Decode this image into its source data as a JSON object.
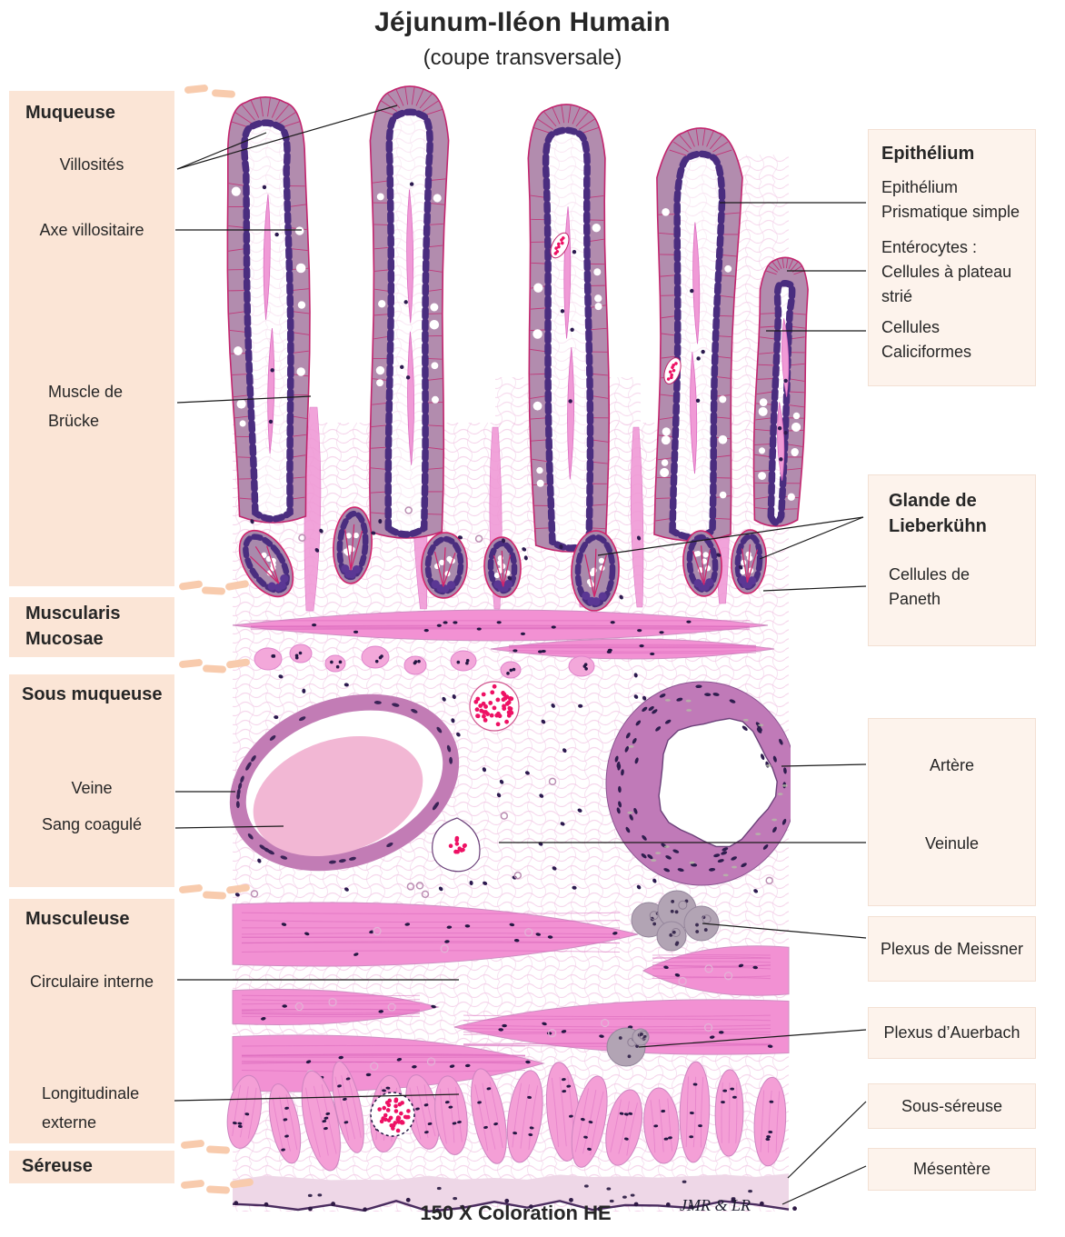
{
  "title": {
    "main": "Jéjunum-Iléon Humain",
    "subtitle": "(coupe transversale)"
  },
  "footer": {
    "magnification": "150 X Coloration HE",
    "signature": "JMR  & LR"
  },
  "left_panel": {
    "muqueuse": {
      "header": "Muqueuse",
      "villosites": "Villosités",
      "axe_villositaire": "Axe villositaire",
      "muscle_brucke": "Muscle de\nBrücke"
    },
    "muscularis": {
      "header": "Muscularis\nMucosae"
    },
    "sous_muqueuse": {
      "header": "Sous muqueuse",
      "veine": "Veine",
      "sang_coagule": "Sang coagulé"
    },
    "musculeuse": {
      "header": "Musculeuse",
      "circulaire": "Circulaire interne",
      "longitudinale": "Longitudinale\nexterne"
    },
    "sereuse": {
      "header": "Séreuse"
    }
  },
  "right_panel": {
    "epithelium": {
      "header": "Epithélium",
      "prismatique": "Epithélium\nPrismatique simple",
      "enterocytes": "Entérocytes :\nCellules à plateau\nstrié",
      "caliciformes": "Cellules\nCaliciformes"
    },
    "glande": {
      "header": "Glande de\nLieberkühn",
      "paneth": "Cellules de\nPaneth"
    },
    "vaisseaux": {
      "artere": "Artère",
      "veinule": "Veinule"
    },
    "meissner": "Plexus de Meissner",
    "auerbach": "Plexus d’Auerbach",
    "sous_sereuse": "Sous-séreuse",
    "mesentere": "Mésentère"
  },
  "palette": {
    "left_box_bg": "#fbe5d6",
    "tear_dash": "#f8cbad",
    "right_box_bg": "#fdf3ec",
    "epithelium": "#b28cae",
    "epithelium_outline": "#c2256e",
    "nuclei": "#4a2d7f",
    "core_dot": "#2c1a4f",
    "lace": "#f3cbe6",
    "lace2": "#ecbfdf",
    "spindle": "#f09ad6",
    "spindle_outline": "#db6cc0",
    "muscle_pink": "#f291d3",
    "muscle_streak": "#d863ba",
    "muscle_nucleus": "#241743",
    "vein_wall": "#c27cb5",
    "clot": "#f2b7d4",
    "rbc": "#ee1164",
    "artery_wall": "#c07ab8",
    "lumen_edge": "#6b4079",
    "plexus_gray": "#b2a4b4",
    "plexus_edge": "#95869c",
    "subserosa": "#eed7e7",
    "serosa_line": "#4a2c5f",
    "pointer": "#1a1a1a"
  }
}
